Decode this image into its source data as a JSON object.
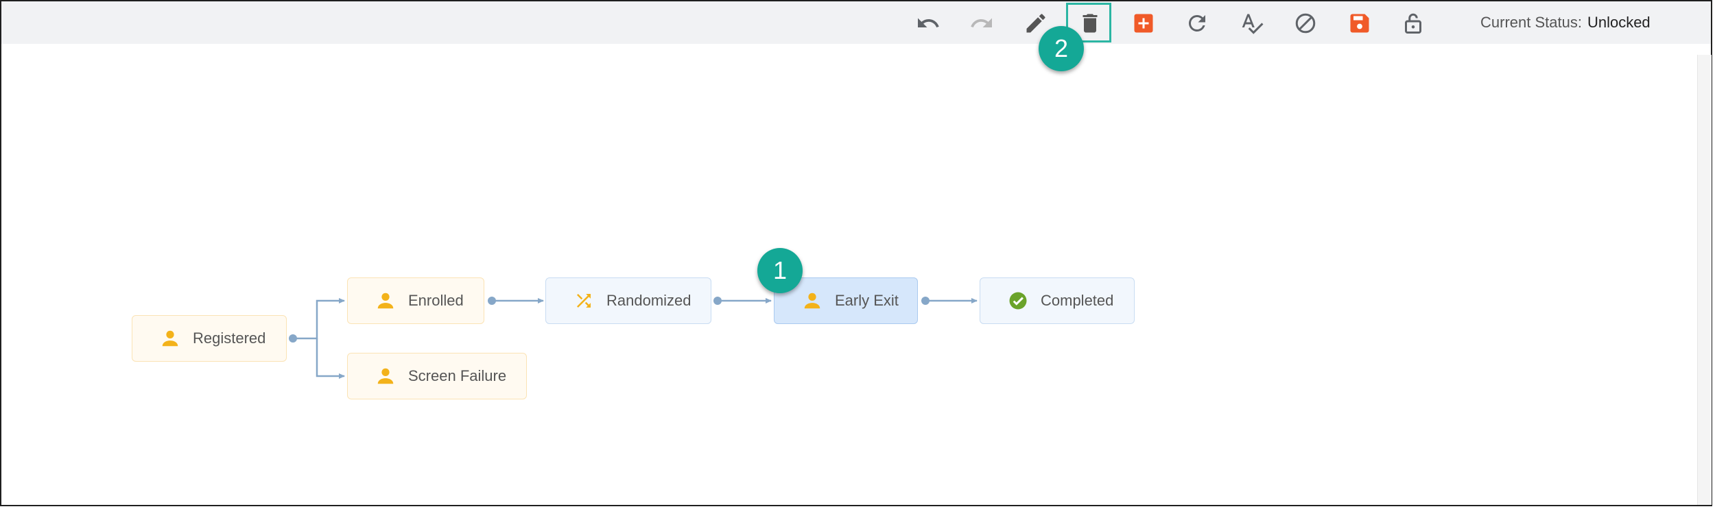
{
  "toolbar": {
    "buttons": [
      {
        "name": "undo-button",
        "icon": "undo-icon",
        "enabled": true
      },
      {
        "name": "redo-button",
        "icon": "redo-icon",
        "enabled": false
      },
      {
        "name": "edit-button",
        "icon": "pencil-icon",
        "enabled": true
      },
      {
        "name": "delete-button",
        "icon": "trash-icon",
        "enabled": true
      },
      {
        "name": "add-button",
        "icon": "plus-square-icon",
        "enabled": true
      },
      {
        "name": "refresh-button",
        "icon": "refresh-icon",
        "enabled": true
      },
      {
        "name": "spellcheck-button",
        "icon": "spellcheck-icon",
        "enabled": true
      },
      {
        "name": "disable-button",
        "icon": "block-icon",
        "enabled": true
      },
      {
        "name": "save-button",
        "icon": "save-icon",
        "enabled": true
      },
      {
        "name": "lock-button",
        "icon": "unlock-icon",
        "enabled": true
      }
    ],
    "status_label": "Current Status:",
    "status_value": "Unlocked"
  },
  "workflow": {
    "nodes": [
      {
        "id": "registered",
        "label": "Registered",
        "icon": "person-icon",
        "style": "orange"
      },
      {
        "id": "enrolled",
        "label": "Enrolled",
        "icon": "person-icon",
        "style": "orange"
      },
      {
        "id": "screen_failure",
        "label": "Screen Failure",
        "icon": "person-icon",
        "style": "orange"
      },
      {
        "id": "randomized",
        "label": "Randomized",
        "icon": "shuffle-icon",
        "style": "blue"
      },
      {
        "id": "early_exit",
        "label": "Early Exit",
        "icon": "person-icon",
        "style": "active"
      },
      {
        "id": "completed",
        "label": "Completed",
        "icon": "check-circle-icon",
        "style": "blue"
      }
    ],
    "edges": [
      [
        "registered",
        "enrolled"
      ],
      [
        "registered",
        "screen_failure"
      ],
      [
        "enrolled",
        "randomized"
      ],
      [
        "randomized",
        "early_exit"
      ],
      [
        "early_exit",
        "completed"
      ]
    ]
  },
  "callouts": [
    "1",
    "2"
  ],
  "colors": {
    "accent_teal": "#14a896",
    "icon_orange": "#f3b21a",
    "action_red": "#f05a28",
    "edge_blue": "#86a7c8",
    "check_green": "#6aa32a"
  }
}
